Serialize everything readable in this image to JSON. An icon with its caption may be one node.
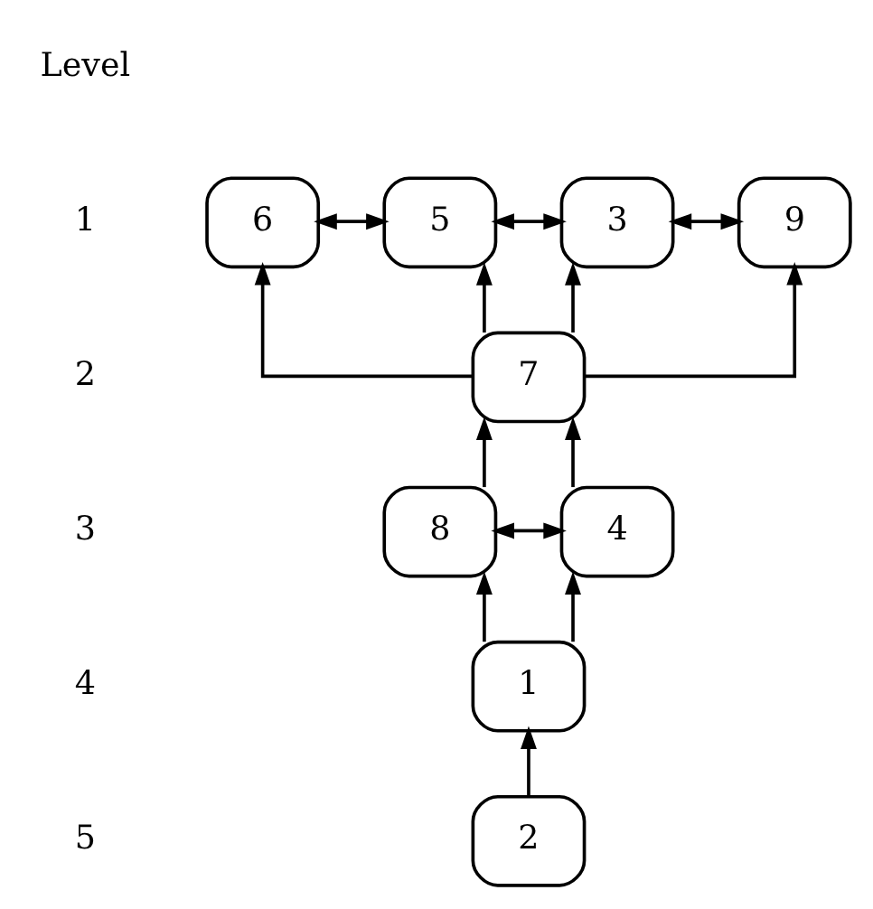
{
  "diagram": {
    "nodes": [
      {
        "text": [
          "6"
        ]
      },
      {
        "text": [
          "5"
        ]
      },
      {
        "text": [
          "3"
        ]
      },
      {
        "text": [
          "9"
        ]
      },
      {
        "text": [
          "7"
        ]
      },
      {
        "text": [
          "8"
        ]
      },
      {
        "text": [
          "4"
        ]
      },
      {
        "text": [
          "1"
        ]
      },
      {
        "text": [
          "2"
        ]
      }
    ],
    "edges": [
      {
        "from": 0,
        "to": 1,
        "arrow": "both"
      },
      {
        "from": 1,
        "to": 2,
        "arrow": "both"
      },
      {
        "from": 2,
        "to": 3,
        "arrow": "both"
      },
      {
        "from": 4,
        "to": 0,
        "arrow": "to"
      },
      {
        "from": 4,
        "to": 1,
        "arrow": "to"
      },
      {
        "from": 4,
        "to": 2,
        "arrow": "to"
      },
      {
        "from": 4,
        "to": 3,
        "arrow": "to"
      },
      {
        "from": 5,
        "to": 4,
        "arrow": "to"
      },
      {
        "from": 6,
        "to": 4,
        "arrow": "to"
      },
      {
        "from": 5,
        "to": 6,
        "arrow": "both"
      },
      {
        "from": 7,
        "to": 5,
        "arrow": "to"
      },
      {
        "from": 7,
        "to": 6,
        "arrow": "to"
      },
      {
        "from": 8,
        "to": 7,
        "arrow": "to"
      }
    ],
    "labels": [
      "Level",
      "1",
      "2",
      "3",
      "4",
      "5"
    ]
  }
}
